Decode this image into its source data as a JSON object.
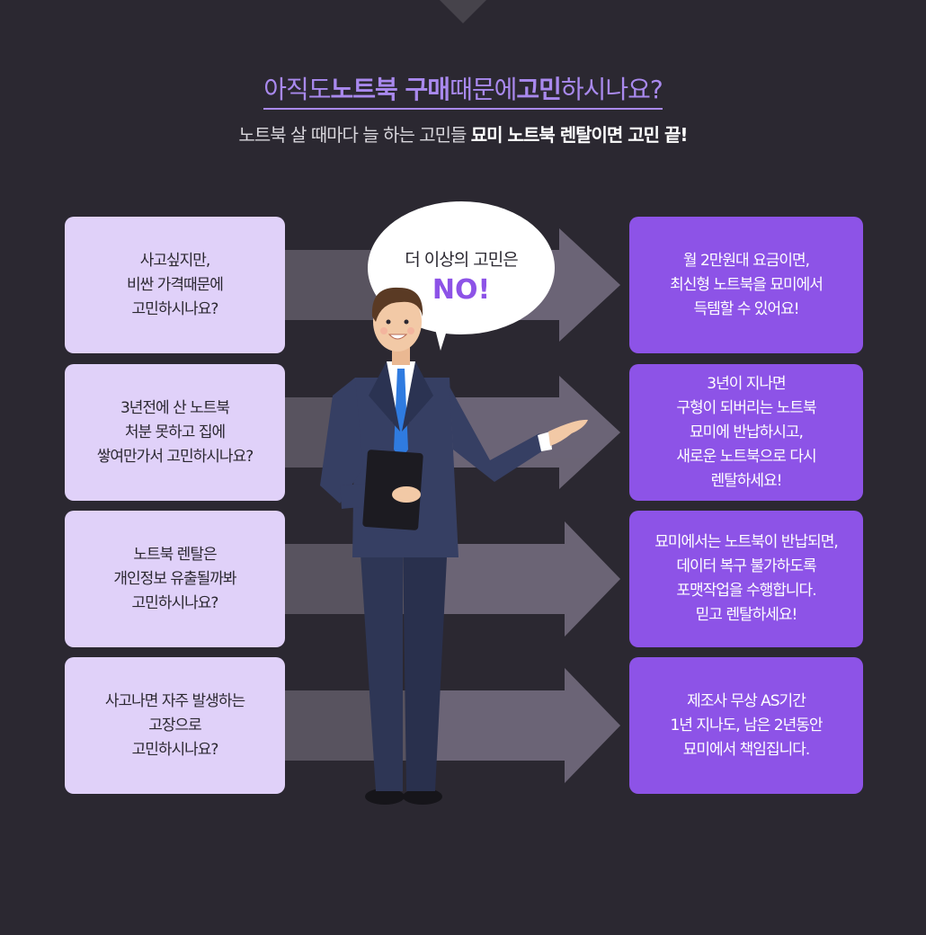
{
  "header": {
    "headline_part1": "아직도 ",
    "headline_bold1": "노트북 구매",
    "headline_part2": " 때문에 ",
    "headline_bold2": "고민",
    "headline_part3": "하시나요?",
    "subline_normal": "노트북 살 때마다 늘 하는 고민들 ",
    "subline_bold": "묘미 노트북 렌탈이면 고민 끝!"
  },
  "bubble": {
    "question": "더 이상의 고민은",
    "answer": "NO!"
  },
  "worries": [
    "사고싶지만,\n비싼 가격때문에\n고민하시나요?",
    "3년전에 산 노트북\n처분 못하고 집에\n쌓여만가서 고민하시나요?",
    "노트북 렌탈은\n개인정보 유출될까봐\n고민하시나요?",
    "사고나면 자주 발생하는\n고장으로\n고민하시나요?"
  ],
  "solutions": [
    "월 2만원대 요금이면,\n최신형 노트북을 묘미에서\n득템할 수 있어요!",
    "3년이 지나면\n구형이 되버리는 노트북\n묘미에 반납하시고,\n새로운 노트북으로 다시\n렌탈하세요!",
    "묘미에서는 노트북이 반납되면,\n데이터 복구 불가하도록\n포맷작업을 수행합니다.\n믿고 렌탈하세요!",
    "제조사 무상 AS기간\n1년 지나도, 남은 2년동안\n묘미에서 책임집니다."
  ],
  "colors": {
    "background": "#2b2831",
    "worry_box": "#e0d1f9",
    "solution_box": "#8d53e7",
    "accent": "#a989ee"
  }
}
